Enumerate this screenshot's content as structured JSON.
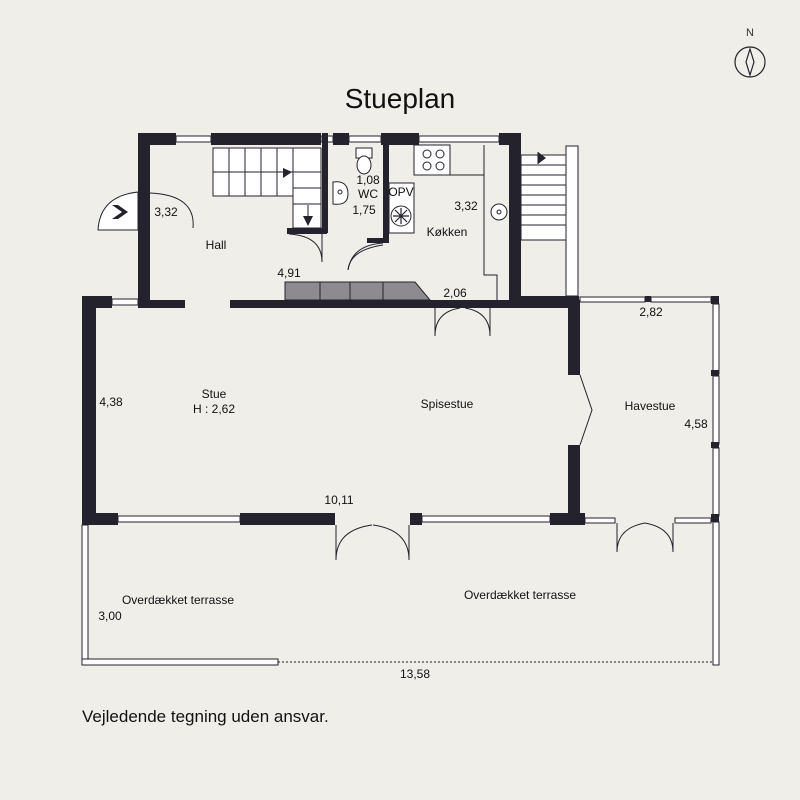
{
  "title": "Stueplan",
  "disclaimer": "Vejledende tegning uden ansvar.",
  "compass": {
    "label": "N"
  },
  "rooms": {
    "hall": "Hall",
    "wc": "WC",
    "opv": "OPV",
    "kitchen": "Køkken",
    "stue": "Stue",
    "stue_height": "H : 2,62",
    "spisestue": "Spisestue",
    "havestue": "Havestue",
    "terrace_left": "Overdækket terrasse",
    "terrace_right": "Overdækket terrasse"
  },
  "dimensions": {
    "entry": "3,32",
    "wc_top": "1,08",
    "wc_bottom": "1,75",
    "kitchen": "3,32",
    "hall": "4,91",
    "kitchen_depth": "2,06",
    "havestue_width": "2,82",
    "stue_depth": "4,38",
    "havestue_depth": "4,58",
    "living_width": "10,11",
    "terrace_depth": "3,00",
    "total_width": "13,58"
  },
  "colors": {
    "wall": "#24222c",
    "background": "#efeee9",
    "counter": "#8d8b90"
  }
}
